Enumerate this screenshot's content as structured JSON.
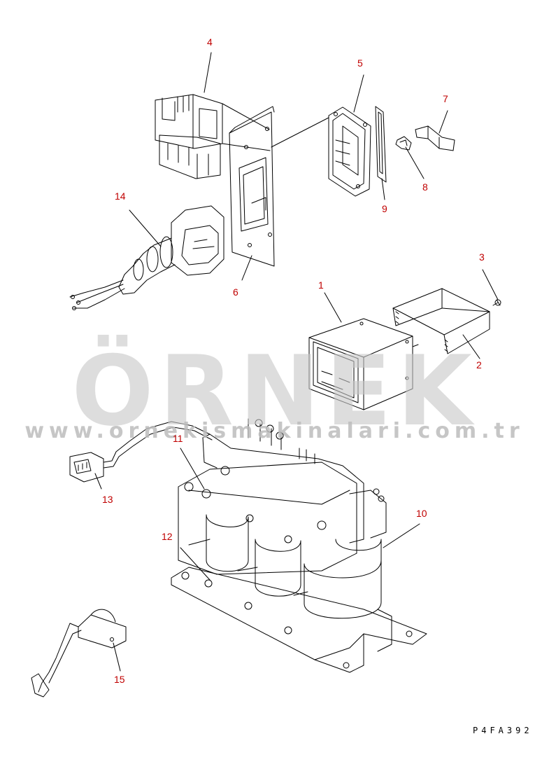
{
  "callouts": [
    {
      "id": "4",
      "label": "4"
    },
    {
      "id": "5",
      "label": "5"
    },
    {
      "id": "7",
      "label": "7"
    },
    {
      "id": "8",
      "label": "8"
    },
    {
      "id": "9",
      "label": "9"
    },
    {
      "id": "14",
      "label": "14"
    },
    {
      "id": "6",
      "label": "6"
    },
    {
      "id": "3",
      "label": "3"
    },
    {
      "id": "1",
      "label": "1"
    },
    {
      "id": "2",
      "label": "2"
    },
    {
      "id": "11",
      "label": "11"
    },
    {
      "id": "13",
      "label": "13"
    },
    {
      "id": "10",
      "label": "10"
    },
    {
      "id": "12",
      "label": "12"
    },
    {
      "id": "15",
      "label": "15"
    }
  ],
  "watermark": {
    "brand": "ÖRNEK",
    "url": "www.ornekismakinalari.com.tr"
  },
  "drawing_code": "P4FA392",
  "colors": {
    "callout": "#c00000",
    "line": "#000000",
    "watermark": "#c9c9c9"
  }
}
